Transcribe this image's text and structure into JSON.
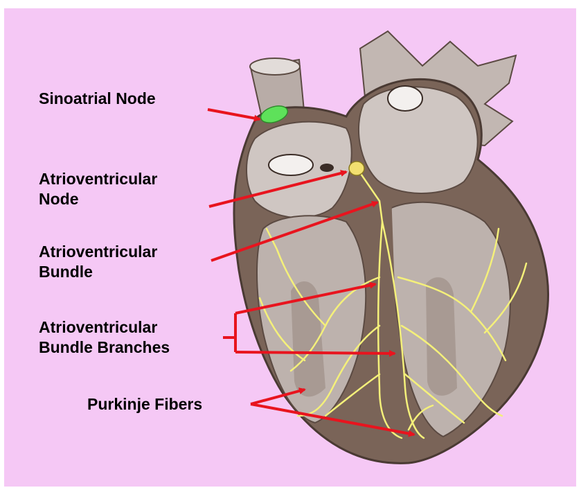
{
  "labels": {
    "sinoatrial_node": [
      "Sinoatrial Node"
    ],
    "av_node": [
      "Atrioventricular",
      "Node"
    ],
    "av_bundle": [
      "Atrioventricular",
      "Bundle"
    ],
    "av_bundle_branches": [
      "Atrioventricular",
      "Bundle Branches"
    ],
    "purkinje_fibers": [
      "Purkinje Fibers"
    ]
  },
  "colors": {
    "background": "#f5c8f5",
    "outer_frame": "#ffffff",
    "heart_wall": "#7a6458",
    "chamber": "#cfc6c2",
    "chamber_shade": "#a89a93",
    "arrow": "#e8141e",
    "conduction_fibers": "#f4f07a",
    "sa_node": "#5ee15a",
    "av_node": "#f2e070",
    "label_text": "#000000"
  }
}
